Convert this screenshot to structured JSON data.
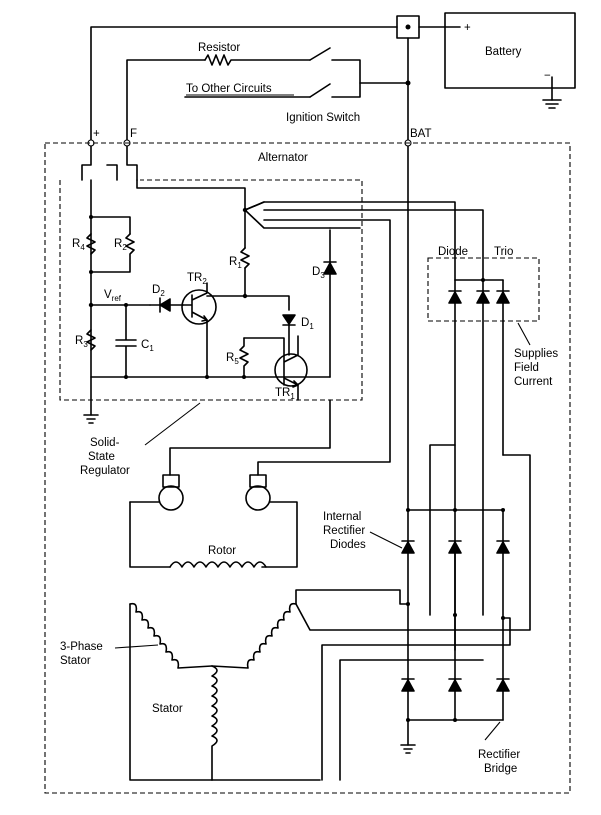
{
  "labels": {
    "battery": "Battery",
    "battery_plus": "+",
    "battery_minus": "−",
    "resistor": "Resistor",
    "to_other_circuits": "To Other Circuits",
    "ignition_switch": "Ignition Switch",
    "terminal_plus": "+",
    "terminal_f": "F",
    "bat": "BAT",
    "alternator": "Alternator",
    "diode": "Diode",
    "trio": "Trio",
    "supplies_field_current": [
      "Supplies",
      "Field",
      "Current"
    ],
    "r4": "R",
    "r4_sub": "4",
    "r2": "R",
    "r2_sub": "2",
    "r1": "R",
    "r1_sub": "1",
    "r3": "R",
    "r3_sub": "3",
    "r5": "R",
    "r5_sub": "5",
    "d3": "D",
    "d3_sub": "3",
    "d2": "D",
    "d2_sub": "2",
    "d1": "D",
    "d1_sub": "1",
    "tr2": "TR",
    "tr2_sub": "2",
    "tr1": "TR",
    "tr1_sub": "1",
    "vref": "V",
    "vref_sub": "ref",
    "c1": "C",
    "c1_sub": "1",
    "solid_state_regulator": [
      "Solid-",
      "State",
      "Regulator"
    ],
    "rotor": "Rotor",
    "internal_rectifier_diodes": [
      "Internal",
      "Rectifier",
      "Diodes"
    ],
    "three_phase_stator": [
      "3-Phase",
      "Stator"
    ],
    "stator": "Stator",
    "rectifier_bridge": [
      "Rectifier",
      "Bridge"
    ]
  }
}
